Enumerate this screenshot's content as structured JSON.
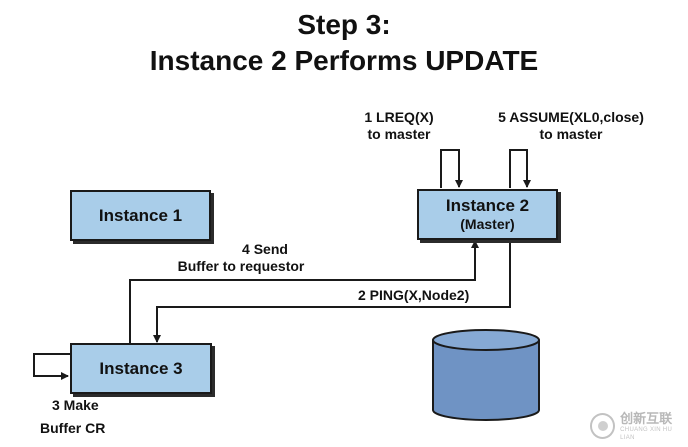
{
  "title": {
    "line1": "Step 3:",
    "line2": "Instance 2 Performs UPDATE"
  },
  "nodes": {
    "instance1": "Instance 1",
    "instance2": "Instance 2",
    "instance2_sub": "(Master)",
    "instance3": "Instance 3"
  },
  "labels": {
    "lreq_1": "1 LREQ(X)",
    "lreq_2": "to master",
    "assume_1": "5 ASSUME(XL0,close)",
    "assume_2": "to master",
    "send_1": "4 Send",
    "send_2": "Buffer to requestor",
    "ping": "2 PING(X,Node2)",
    "make_1": "3 Make",
    "make_2": "Buffer CR"
  },
  "watermark": {
    "cn": "创新互联",
    "en": "CHUANG XIN HU LIAN"
  },
  "colors": {
    "box_fill": "#a9cde9",
    "cylinder_fill": "#6f93c4",
    "line": "#1a1a1a"
  }
}
